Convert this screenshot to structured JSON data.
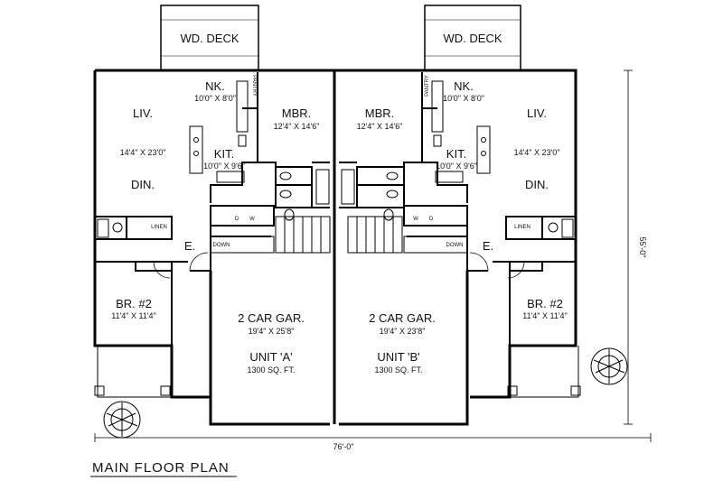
{
  "decks": [
    "WD. DECK",
    "WD. DECK"
  ],
  "unit_a": {
    "nook": "NK.",
    "nook_dim": "10'0\" X 8'0\"",
    "pantry": "PANTRY",
    "living": "LIV.",
    "living_dim": "14'4\" X 23'0\"",
    "kitchen": "KIT.",
    "kitchen_dim": "10'0\" X 9'6\"",
    "dining": "DIN.",
    "master": "MBR.",
    "master_dim": "12'4\" X 14'6\"",
    "bed2": "BR. #2",
    "bed2_dim": "11'4\" X 11'4\"",
    "entry": "E.",
    "garage": "2 CAR GAR.",
    "garage_dim": "19'4\" X 25'8\"",
    "unit_name": "UNIT 'A'",
    "unit_area": "1300 SQ. FT.",
    "linen": "LINEN",
    "washer": "W",
    "dryer": "D",
    "down": "DOWN"
  },
  "unit_b": {
    "nook": "NK.",
    "nook_dim": "10'0\" X 8'0\"",
    "pantry": "PANTRY",
    "living": "LIV.",
    "living_dim": "14'4\" X 23'0\"",
    "kitchen": "KIT.",
    "kitchen_dim": "10'0\" X 9'6\"",
    "dining": "DIN.",
    "master": "MBR.",
    "master_dim": "12'4\" X 14'6\"",
    "bed2": "BR. #2",
    "bed2_dim": "11'4\" X 11'4\"",
    "entry": "E.",
    "garage": "2 CAR GAR.",
    "garage_dim": "19'4\" X 23'8\"",
    "unit_name": "UNIT 'B'",
    "unit_area": "1300 SQ. FT.",
    "linen": "LINEN",
    "washer": "W",
    "dryer": "D",
    "down": "DOWN"
  },
  "overall_width": "76'-0\"",
  "overall_depth": "55'-0\"",
  "plan_title": "MAIN FLOOR PLAN"
}
